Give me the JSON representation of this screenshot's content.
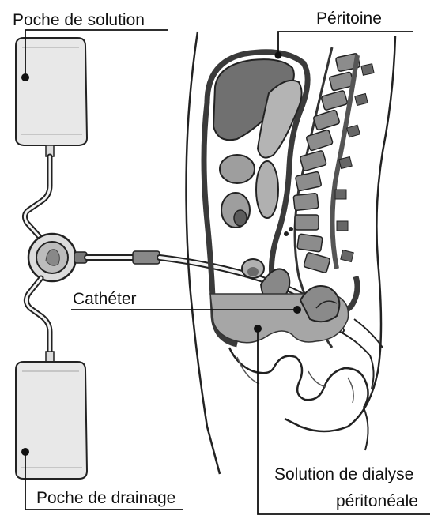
{
  "labels": {
    "solution_bag": "Poche de solution",
    "peritoneum": "Péritoine",
    "catheter": "Cathéter",
    "drainage_bag": "Poche de drainage",
    "dialysis_solution_line1": "Solution de dialyse",
    "dialysis_solution_line2": "péritonéale"
  },
  "colors": {
    "outline": "#222222",
    "organ_fill": "#9a9a9a",
    "organ_dark": "#5e5e5e",
    "bag_fill": "#e6e6e6",
    "fluid_fill": "#a9a9a9"
  }
}
